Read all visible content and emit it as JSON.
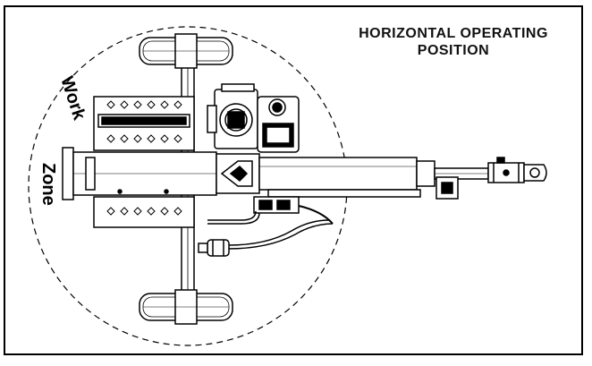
{
  "title": {
    "line1": "HORIZONTAL OPERATING",
    "line2": "POSITION"
  },
  "work_zone": {
    "word1": "Work",
    "word2": "Zone"
  },
  "colors": {
    "line": "#000000",
    "background": "#ffffff"
  }
}
